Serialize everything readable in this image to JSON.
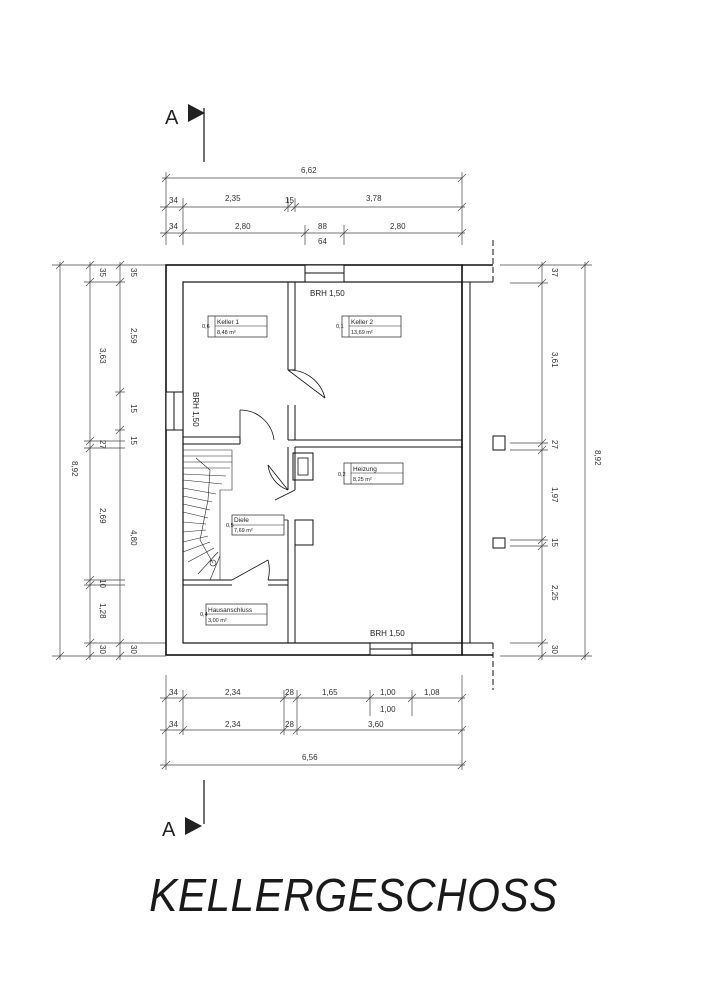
{
  "title": "KELLERGESCHOSS",
  "section_marker": "A",
  "dimensions": {
    "top": {
      "overall": "6,62",
      "row1": [
        "34",
        "2,35",
        "15",
        "3,78"
      ],
      "row2": [
        "34",
        "2,80",
        "88",
        "2,80"
      ],
      "sub": "64"
    },
    "left": {
      "overall": "8,92",
      "outer": [
        "3,63",
        "4,80"
      ],
      "row": [
        "35",
        "2,59",
        "15",
        "27",
        "2,69",
        "10",
        "1,28",
        "30"
      ],
      "inner": [
        "35",
        "15",
        "30"
      ]
    },
    "right": {
      "overall": "8,92",
      "row": [
        "37",
        "3,61",
        "27",
        "1,97",
        "15",
        "2,25",
        "30"
      ]
    },
    "bottom": {
      "row1": [
        "34",
        "2,34",
        "28",
        "1,65",
        "1,00",
        "1,08"
      ],
      "row1_sub": "1,00",
      "row2": [
        "34",
        "2,34",
        "28",
        "3,60"
      ],
      "overall": "6,56"
    }
  },
  "windows": {
    "top": "BRH 1,50",
    "left": "BRH 1,50",
    "bottom": "BRH 1,50"
  },
  "rooms": [
    {
      "name": "Keller 1",
      "area": "8,48 m²",
      "tag": "0,6"
    },
    {
      "name": "Keller 2",
      "area": "13,69 m²",
      "tag": "0,1"
    },
    {
      "name": "Heizung",
      "area": "8,25 m²",
      "tag": "0,2"
    },
    {
      "name": "Diele",
      "area": "7,69 m²",
      "tag": "0,5"
    },
    {
      "name": "Hausanschluss",
      "area": "3,00 m²",
      "tag": "0,4"
    }
  ]
}
